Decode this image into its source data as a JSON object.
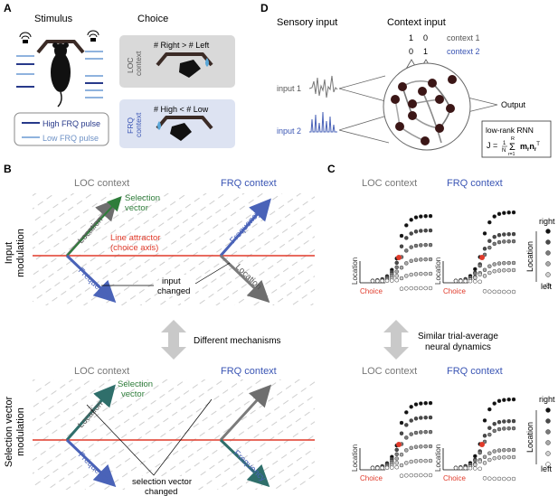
{
  "panels": {
    "A": {
      "label": "A",
      "stimulus_title": "Stimulus",
      "choice_title": "Choice",
      "legend": {
        "high": "High FRQ pulse",
        "low": "Low FRQ pulse"
      },
      "loc_box": {
        "side_label": [
          "LOC",
          "context"
        ],
        "rule": "# Right > # Left"
      },
      "frq_box": {
        "side_label": [
          "FRQ",
          "context"
        ],
        "rule": "# High < # Low"
      }
    },
    "D": {
      "label": "D",
      "sensory_title": "Sensory input",
      "context_title": "Context input",
      "ctx_values": [
        "1",
        "0",
        "0",
        "1"
      ],
      "ctx_names": [
        "context 1",
        "context 2"
      ],
      "input1": "input 1",
      "input2": "input 2",
      "output": "Output",
      "rnn_box": {
        "title": "low-rank RNN",
        "eq_lhs": "J =",
        "eq_sum_top": "R",
        "eq_sum_bottom": "r=1",
        "eq_frac_top": "1",
        "eq_frac_bottom": "N"
      }
    },
    "B": {
      "label": "B",
      "row_labels": [
        [
          "Input",
          "modulation"
        ],
        [
          "Selection vector",
          "modulation"
        ]
      ],
      "loc_context": "LOC context",
      "frq_context": "FRQ context",
      "selection_vector": [
        "Selection",
        "vector"
      ],
      "line_attractor": [
        "Line attractor",
        "(choice axis)"
      ],
      "location": "Location",
      "frequency": "Frequency",
      "input_changed": [
        "input",
        "changed"
      ],
      "selection_changed": [
        "selection vector",
        "changed"
      ],
      "middle_arrow": "Different mechanisms"
    },
    "C": {
      "label": "C",
      "loc_context": "LOC context",
      "frq_context": "FRQ context",
      "axis_location": "Location",
      "axis_choice": "Choice",
      "legend_right": "right",
      "legend_left": "left",
      "legend_axis": "Location",
      "middle_arrow": [
        "Similar trial-average",
        "neural dynamics"
      ]
    }
  },
  "colors": {
    "blue": "#3a55b4",
    "green": "#2e7d3a",
    "red": "#e03a2a",
    "gray": "#7b7b7b",
    "frq_box": "#dde3f2",
    "loc_box": "#d9d9d9"
  }
}
